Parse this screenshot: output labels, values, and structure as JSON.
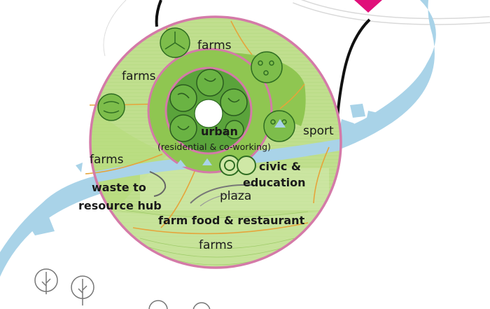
{
  "labels": {
    "farms_top": "farms",
    "farms_left": "farms",
    "farms_west": "farms",
    "farms_bottom": "farms",
    "urban": "urban",
    "urban_sub": "(residential & co-working)",
    "sport": "sport",
    "civic_line1": "civic &",
    "civic_line2": "education",
    "plaza": "plaza",
    "waste_line1": "waste to",
    "waste_line2": "resource hub",
    "farm_food": "farm food & restaurant"
  },
  "colors": {
    "ring_outline": "#d47aa8",
    "orange_line": "#e6a43a",
    "light_green": "#b9dc82",
    "mid_green": "#8fc651",
    "dark_green": "#5aa33b",
    "river": "#a9d3e8",
    "magenta": "#e0107a"
  }
}
